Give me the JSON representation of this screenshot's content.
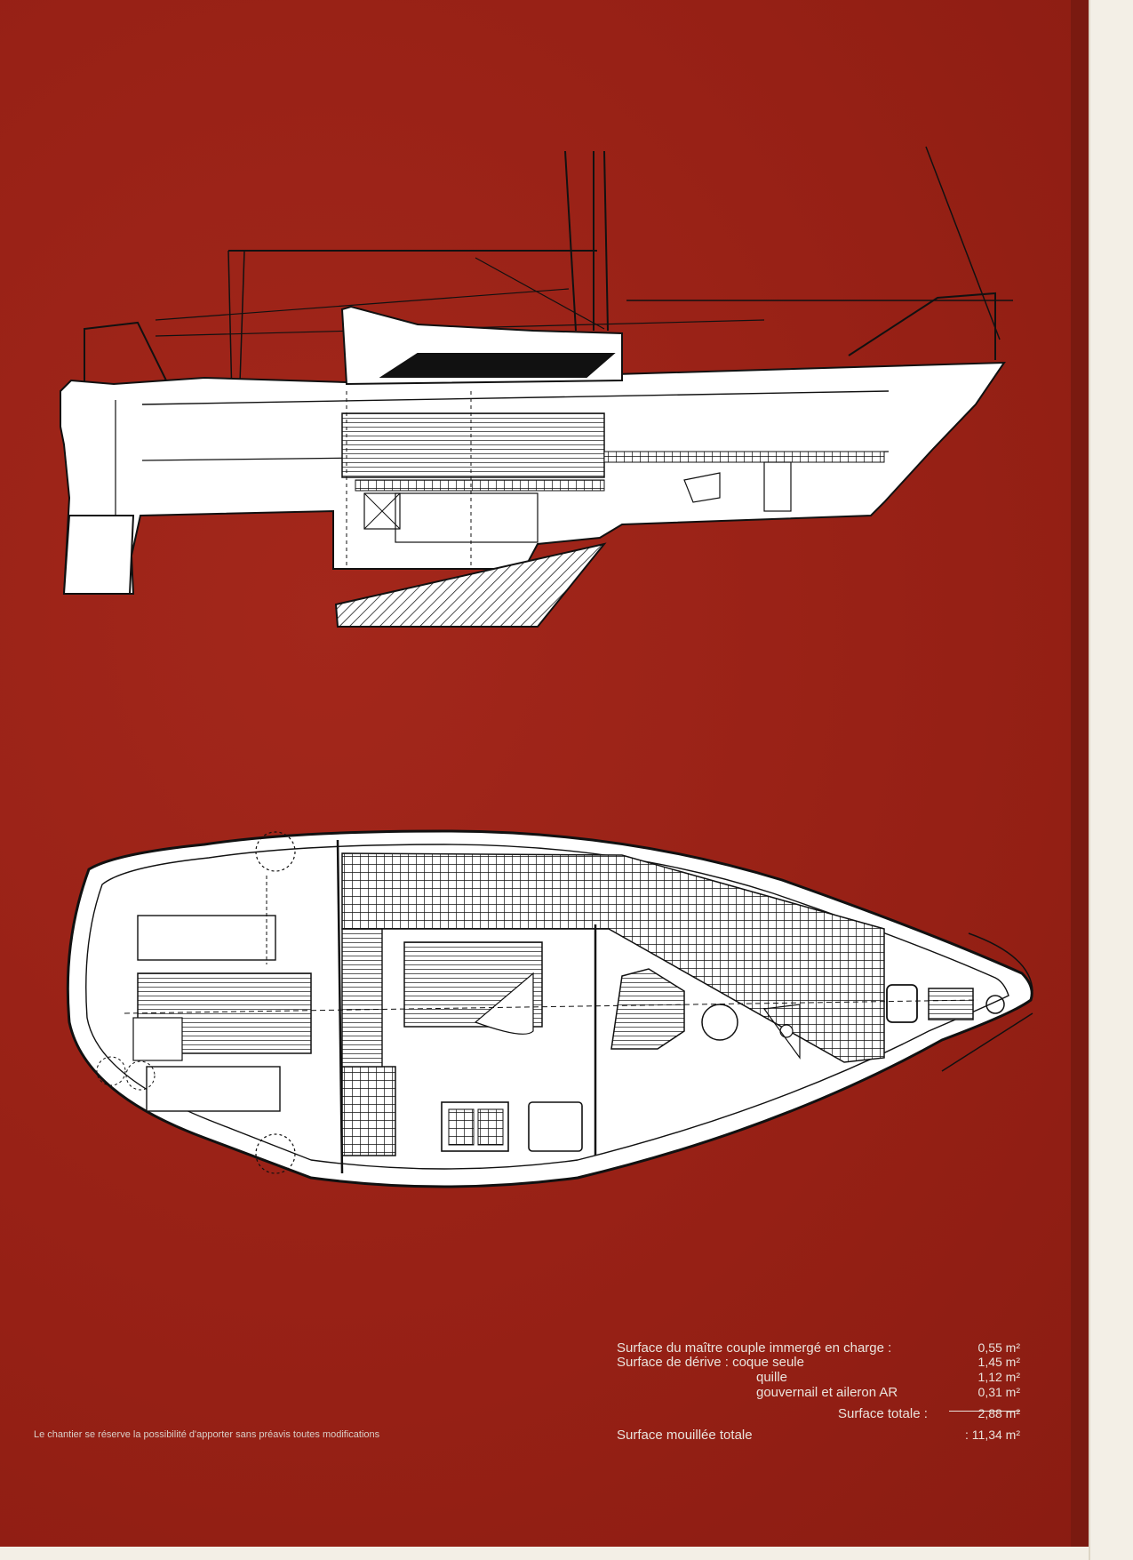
{
  "specs": {
    "rows": [
      {
        "label": "Surface du maître couple immergé en charge :",
        "value": "0,55 m²"
      },
      {
        "label": "Surface de dérive : coque seule",
        "value": "1,45 m²"
      },
      {
        "label": "quille",
        "value": "1,12 m²"
      },
      {
        "label": "gouvernail et aileron AR",
        "value": "0,31 m²"
      },
      {
        "label": "Surface totale :",
        "value": "2,88 m²"
      },
      {
        "label": "Surface mouillée totale",
        "value": ": 11,34 m²"
      }
    ]
  },
  "disclaimer": "Le chantier se réserve la possibilité d'apporter sans préavis toutes modifications",
  "colors": {
    "background": "#982015",
    "drawing": "#ffffff",
    "ink": "#111111"
  }
}
